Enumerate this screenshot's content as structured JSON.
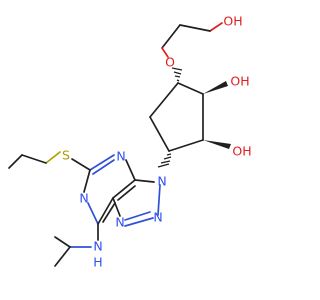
{
  "structure": {
    "atoms": {
      "oh_terminal": "OH",
      "o_ether": "O",
      "oh_upper": "OH",
      "oh_lower": "OH",
      "s_thioether": "S",
      "n_pyrimidine_top": "N",
      "n_pyrimidine_bottom": "N",
      "n_triazole_3": "N",
      "n_triazole_2": "N",
      "n_triazole_1": "N",
      "nh_amine": "N",
      "nh_amine_h": "H"
    }
  },
  "colors": {
    "carbon": "#202020",
    "nitrogen": "#3050f0",
    "oxygen": "#e02020",
    "sulfur": "#b09a00",
    "background": "#ffffff"
  }
}
